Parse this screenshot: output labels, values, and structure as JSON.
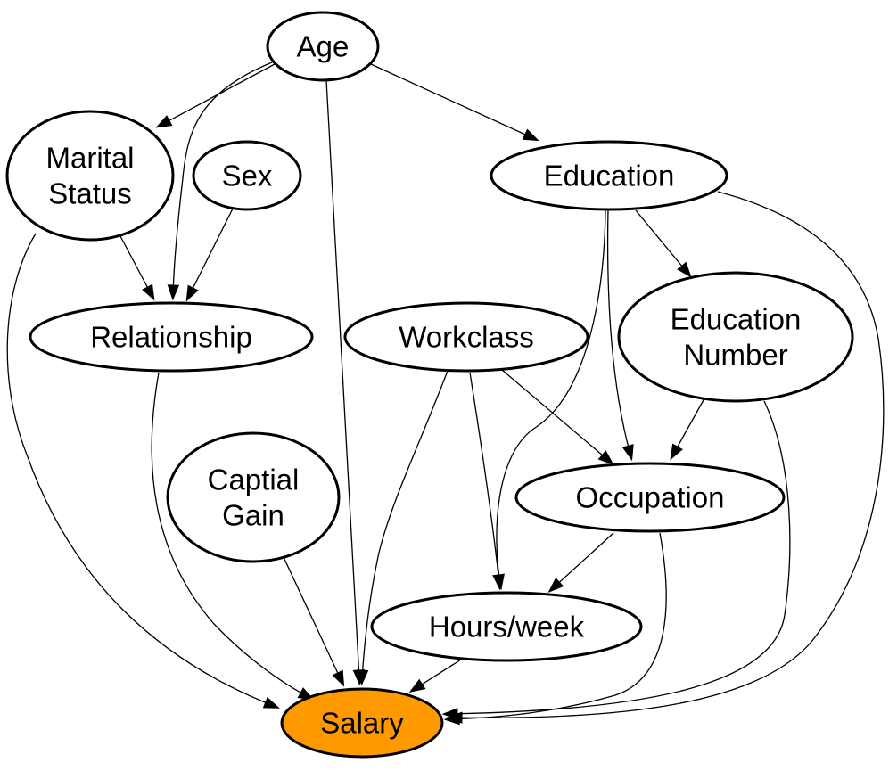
{
  "colors": {
    "node_fill": "#ffffff",
    "target_fill": "#ff9900",
    "stroke": "#000000"
  },
  "nodes": {
    "age": {
      "lines": [
        "Age"
      ]
    },
    "marital_status": {
      "lines": [
        "Marital",
        "Status"
      ]
    },
    "sex": {
      "lines": [
        "Sex"
      ]
    },
    "education": {
      "lines": [
        "Education"
      ]
    },
    "relationship": {
      "lines": [
        "Relationship"
      ]
    },
    "workclass": {
      "lines": [
        "Workclass"
      ]
    },
    "education_number": {
      "lines": [
        "Education",
        "Number"
      ]
    },
    "capital_gain": {
      "lines": [
        "Captial",
        "Gain"
      ]
    },
    "occupation": {
      "lines": [
        "Occupation"
      ]
    },
    "hours_week": {
      "lines": [
        "Hours/week"
      ]
    },
    "salary": {
      "lines": [
        "Salary"
      ],
      "highlight": true
    }
  },
  "edges": [
    [
      "age",
      "marital_status"
    ],
    [
      "age",
      "relationship"
    ],
    [
      "age",
      "salary"
    ],
    [
      "age",
      "education"
    ],
    [
      "marital_status",
      "relationship"
    ],
    [
      "marital_status",
      "salary"
    ],
    [
      "sex",
      "relationship"
    ],
    [
      "relationship",
      "salary"
    ],
    [
      "education",
      "education_number"
    ],
    [
      "education",
      "occupation"
    ],
    [
      "education",
      "hours_week"
    ],
    [
      "education",
      "salary"
    ],
    [
      "education_number",
      "occupation"
    ],
    [
      "education_number",
      "salary"
    ],
    [
      "workclass",
      "occupation"
    ],
    [
      "workclass",
      "hours_week"
    ],
    [
      "workclass",
      "salary"
    ],
    [
      "capital_gain",
      "salary"
    ],
    [
      "occupation",
      "hours_week"
    ],
    [
      "occupation",
      "salary"
    ],
    [
      "hours_week",
      "salary"
    ]
  ]
}
